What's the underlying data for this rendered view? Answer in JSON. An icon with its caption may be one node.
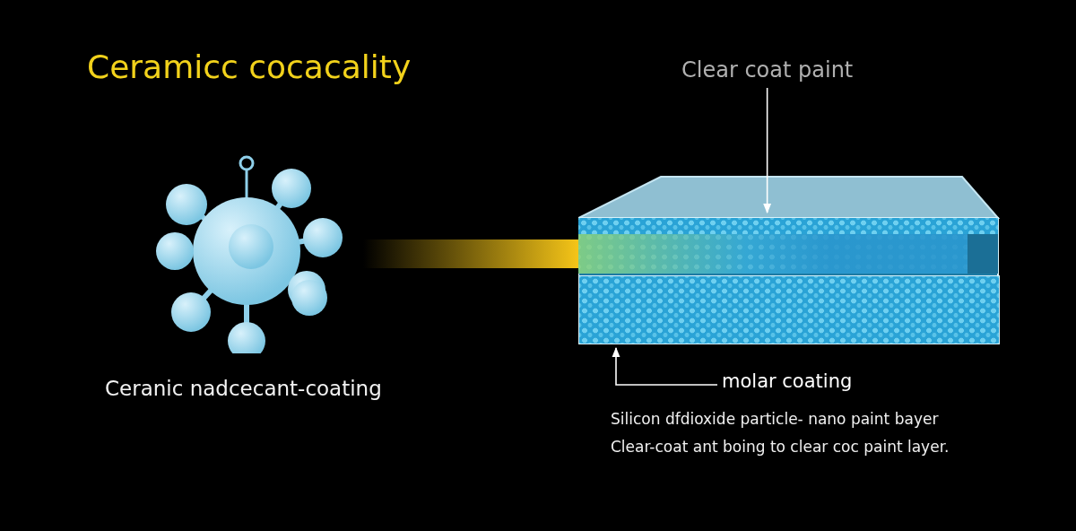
{
  "diagram": {
    "title": "Ceramicc cocacality",
    "nodes": [
      {
        "text": [],
        "shape": "picture",
        "beside": [
          "Ceranic nadcecant-coating"
        ]
      },
      {
        "text": [
          "Clear coat paint"
        ]
      },
      {
        "text": [],
        "shape": "box"
      },
      {
        "text": [],
        "shape": "box",
        "in": 2
      },
      {
        "text": [],
        "shape": "box",
        "in": 2
      },
      {
        "text": [
          "molar coating"
        ]
      }
    ],
    "edges": [
      {
        "from": 0,
        "to": 3,
        "arrow": "none",
        "style": "thick",
        "color": "#f5c518"
      },
      {
        "from": 1,
        "to": 3,
        "arrow": "to"
      },
      {
        "from": 5,
        "to": 4,
        "arrow": "to"
      }
    ],
    "labels": [
      "Silicon dfdioxide particle- nano paint bayer",
      "Clear-coat ant boing to clear coc paint layer."
    ]
  }
}
